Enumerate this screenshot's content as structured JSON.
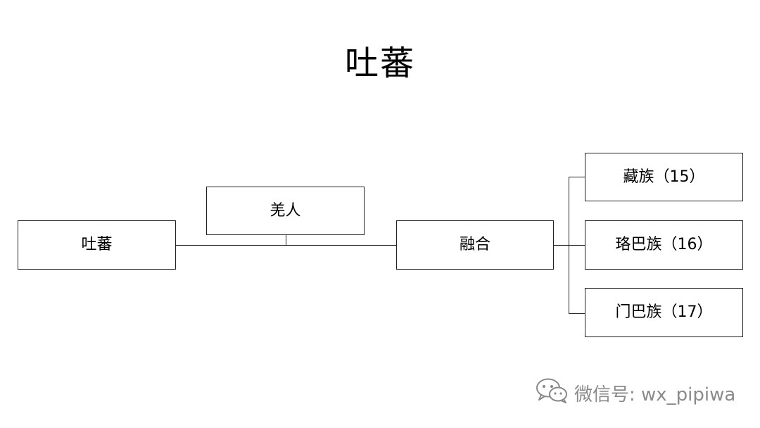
{
  "diagram": {
    "title": "吐蕃",
    "nodes": {
      "tubo": "吐蕃",
      "qiang": "羌人",
      "ronghe": "融合",
      "zang": "藏族（15）",
      "luoba": "珞巴族（16）",
      "menba": "门巴族（17）"
    }
  },
  "watermark": {
    "text": "微信号: wx_pipiwa",
    "icon": "wechat-icon"
  }
}
